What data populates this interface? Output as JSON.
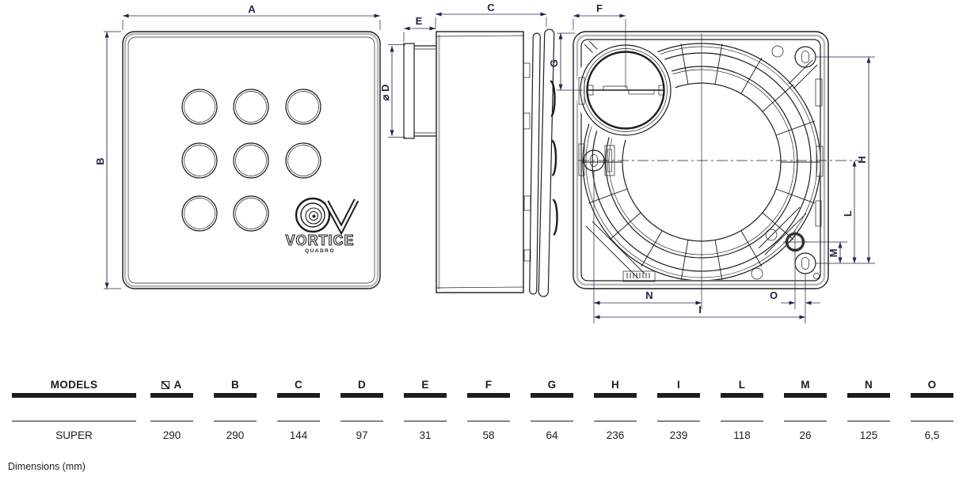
{
  "document": {
    "footnote": "Dimensions (mm)"
  },
  "drawing": {
    "front": {
      "dim_a": "A",
      "dim_b": "B",
      "logo_brand": "VORTICE",
      "logo_sub": "QUADRO"
    },
    "side": {
      "dim_c": "C",
      "dim_e": "E",
      "dim_d": "⌀ D"
    },
    "back": {
      "dim_f": "F",
      "dim_g": "G",
      "dim_h": "H",
      "dim_i": "I",
      "dim_l": "L",
      "dim_m": "M",
      "dim_n": "N",
      "dim_o": "O"
    }
  },
  "table": {
    "models_header": "MODELS",
    "model_name": "SUPER",
    "columns": [
      {
        "label": "A",
        "value": "290"
      },
      {
        "label": "B",
        "value": "290"
      },
      {
        "label": "C",
        "value": "144"
      },
      {
        "label": "D",
        "value": "97"
      },
      {
        "label": "E",
        "value": "31"
      },
      {
        "label": "F",
        "value": "58"
      },
      {
        "label": "G",
        "value": "64"
      },
      {
        "label": "H",
        "value": "236"
      },
      {
        "label": "I",
        "value": "239"
      },
      {
        "label": "L",
        "value": "118"
      },
      {
        "label": "M",
        "value": "26"
      },
      {
        "label": "N",
        "value": "125"
      },
      {
        "label": "O",
        "value": "6,5"
      }
    ]
  }
}
